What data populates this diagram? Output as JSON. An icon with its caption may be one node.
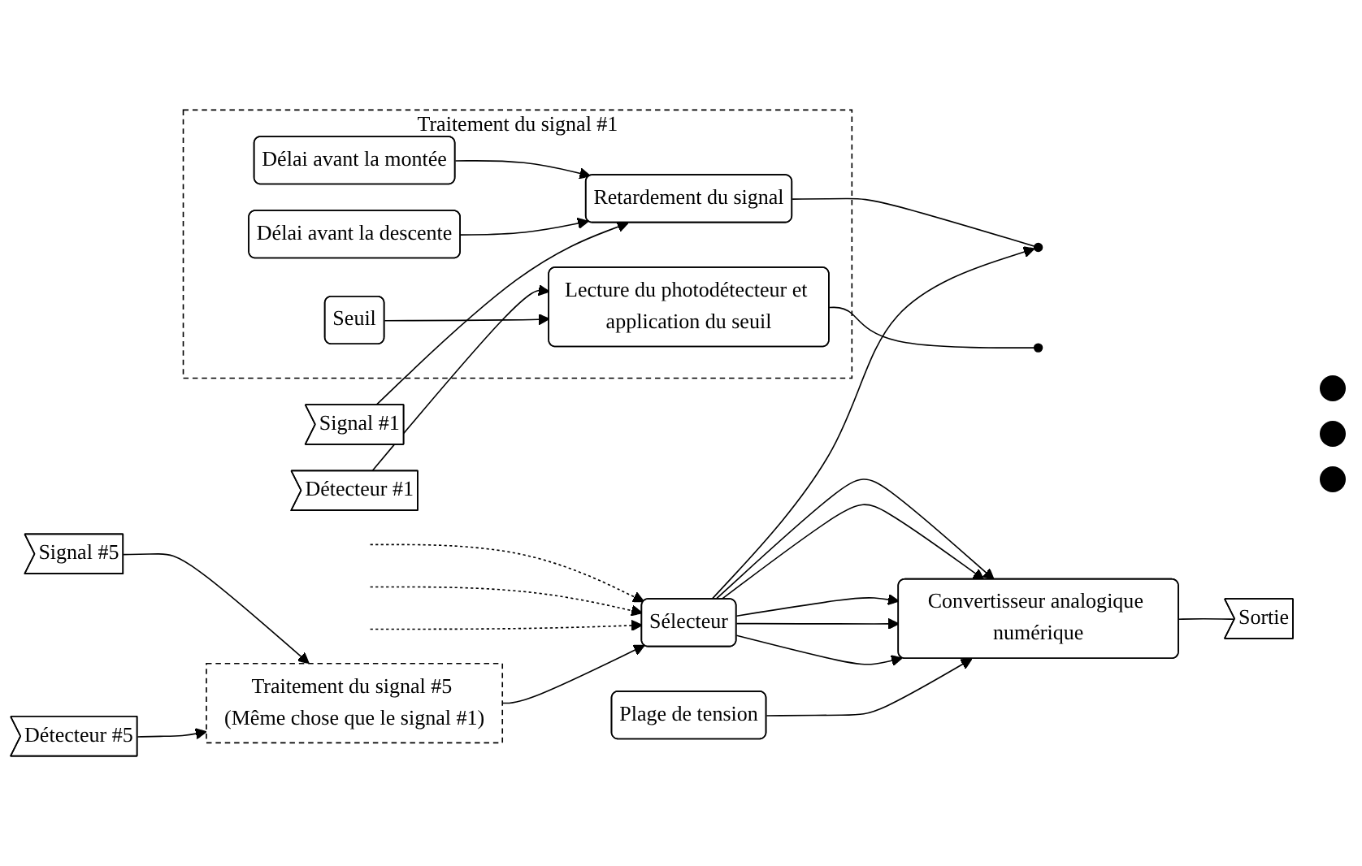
{
  "diagram": {
    "nodes": [
      {
        "text": [
          "Traitement du signal #1"
        ]
      },
      {
        "text": [
          "Délai avant la montée"
        ],
        "in": 0
      },
      {
        "text": [
          "Délai avant la descente"
        ],
        "in": 0
      },
      {
        "text": [
          "Retardement du signal"
        ],
        "in": 0
      },
      {
        "text": [
          "Lecture du photodétecteur et application du seuil"
        ],
        "in": 0
      },
      {
        "text": [
          "Seuil"
        ],
        "in": 0
      },
      {
        "text": [],
        "shape": "circle"
      },
      {
        "text": [],
        "shape": "circle"
      },
      {
        "text": [
          "Signal #1"
        ]
      },
      {
        "text": [
          "Détecteur #1"
        ]
      },
      {
        "text": [
          "Convertisseur analogique numérique"
        ]
      },
      {
        "text": [
          "Sortie"
        ]
      },
      {
        "text": [
          "Sélecteur"
        ]
      },
      {
        "text": [
          "Traitement du signal #5 (Même chose que le signal #1)"
        ]
      },
      {
        "text": [
          "Signal #5"
        ]
      },
      {
        "text": [
          "Détecteur #5"
        ]
      },
      {
        "text": [
          "Plage de tension"
        ]
      }
    ],
    "edges": [
      {
        "from": 1,
        "to": 3,
        "arrow": "to"
      },
      {
        "from": 2,
        "to": 3,
        "arrow": "to"
      },
      {
        "from": 8,
        "to": 3,
        "arrow": "to"
      },
      {
        "from": 9,
        "to": 4,
        "arrow": "to"
      },
      {
        "from": 5,
        "to": 4,
        "arrow": "to"
      },
      {
        "from": 3,
        "to": 6,
        "arrow": "none"
      },
      {
        "from": 4,
        "to": 7,
        "arrow": "none"
      },
      {
        "from": 12,
        "to": 6,
        "arrow": "to"
      },
      {
        "from": 12,
        "to": 10,
        "arrow": "to"
      },
      {
        "from": 12,
        "to": 10,
        "arrow": "to"
      },
      {
        "from": 12,
        "to": 10,
        "arrow": "to"
      },
      {
        "from": 12,
        "to": 10,
        "arrow": "to"
      },
      {
        "from": 12,
        "to": 10,
        "arrow": "to"
      },
      {
        "from": null,
        "to": 12,
        "arrow": "to",
        "style": "dashed"
      },
      {
        "from": null,
        "to": 12,
        "arrow": "to",
        "style": "dashed"
      },
      {
        "from": null,
        "to": 12,
        "arrow": "to",
        "style": "dashed"
      },
      {
        "from": 13,
        "to": 12,
        "arrow": "to"
      },
      {
        "from": 14,
        "to": 13,
        "arrow": "to"
      },
      {
        "from": 15,
        "to": 13,
        "arrow": "to"
      },
      {
        "from": 16,
        "to": 10,
        "arrow": "to"
      },
      {
        "from": 10,
        "to": 11,
        "arrow": "none"
      }
    ]
  }
}
